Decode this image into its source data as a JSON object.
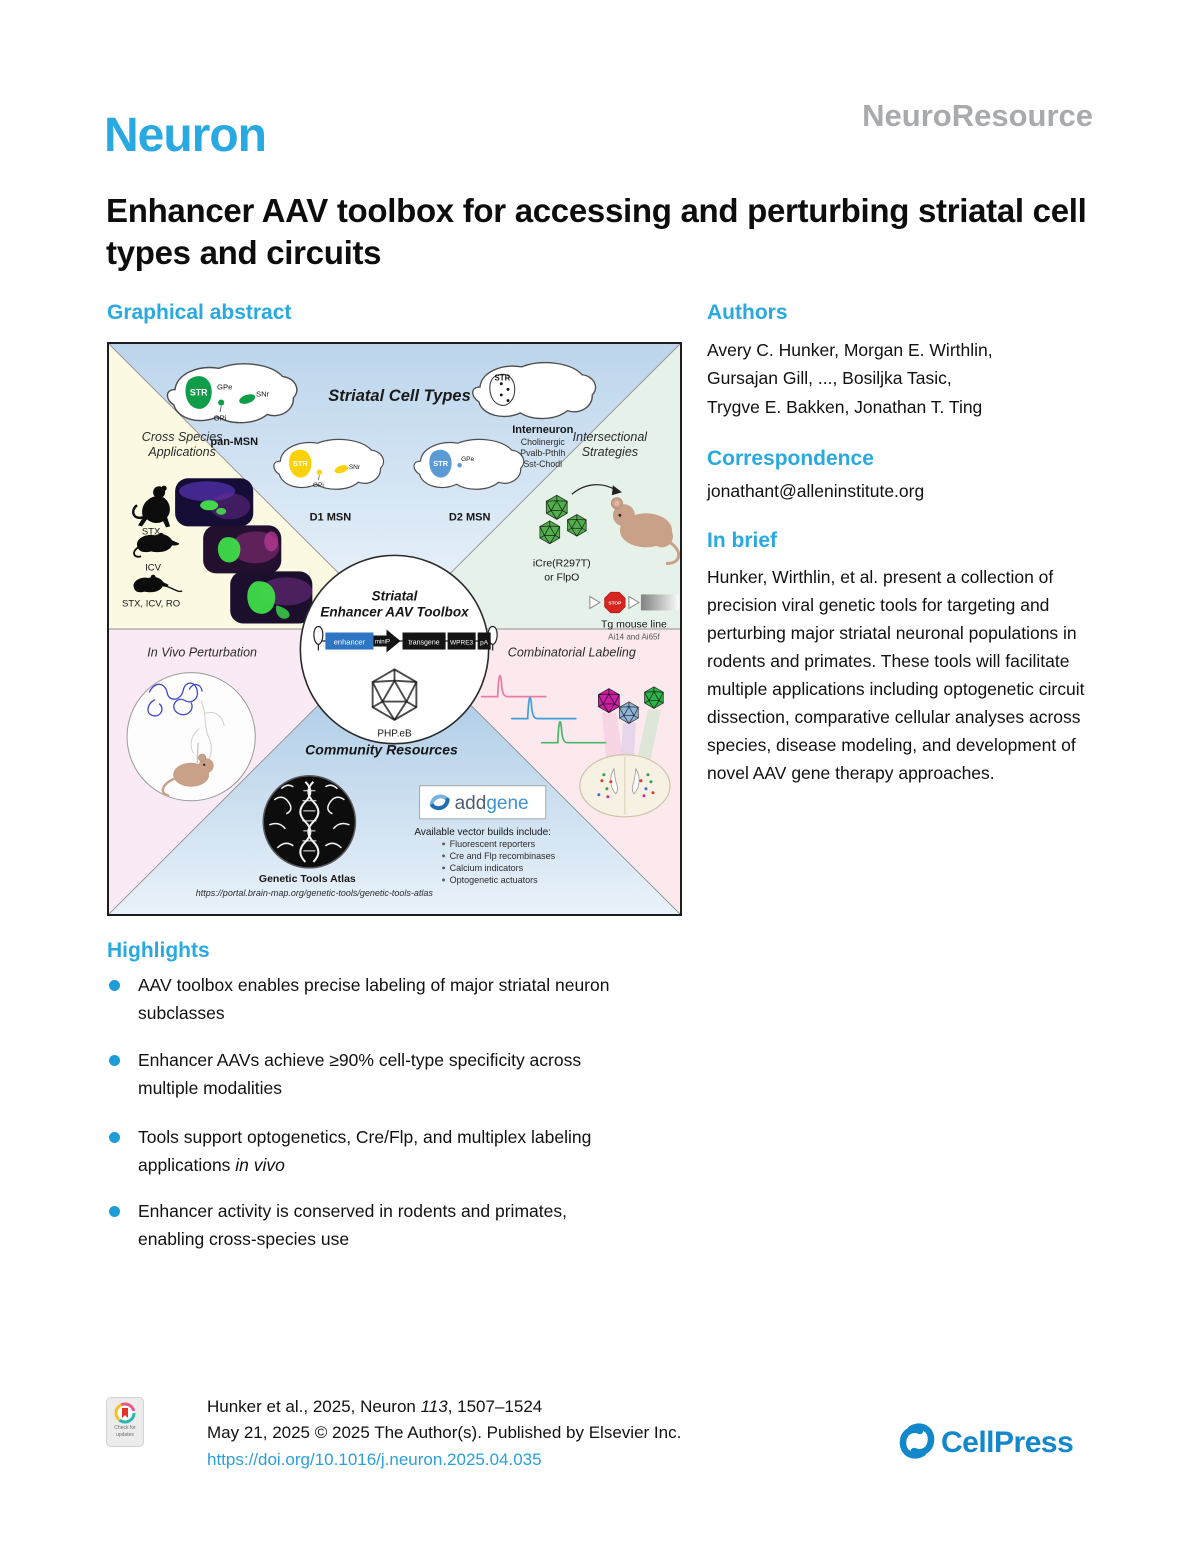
{
  "page": {
    "journal_logo": "Neuron",
    "article_type": "NeuroResource",
    "title": "Enhancer AAV toolbox for accessing and perturbing striatal cell types and circuits",
    "graphical_abstract_heading": "Graphical abstract"
  },
  "authors": {
    "heading": "Authors",
    "lines": [
      "Avery C. Hunker, Morgan E. Wirthlin,",
      "Gursajan Gill, ..., Bosiljka Tasic,",
      "Trygve E. Bakken, Jonathan T. Ting"
    ]
  },
  "correspondence": {
    "heading": "Correspondence",
    "email": "jonathant@alleninstitute.org"
  },
  "in_brief": {
    "heading": "In brief",
    "text": "Hunker, Wirthlin, et al. present a collection of precision viral genetic tools for targeting and perturbing major striatal neuronal populations in rodents and primates. These tools will facilitate multiple applications including optogenetic circuit dissection, comparative cellular analyses across species, disease modeling, and development of novel AAV gene therapy approaches."
  },
  "highlights": {
    "heading": "Highlights",
    "items": [
      {
        "text": "AAV toolbox enables precise labeling of major striatal neuron subclasses",
        "italic": ""
      },
      {
        "text": "Enhancer AAVs achieve ≥90% cell-type specificity across multiple modalities",
        "italic": ""
      },
      {
        "text": "Tools support optogenetics, Cre/Flp, and multiplex labeling applications ",
        "italic": "in vivo"
      },
      {
        "text": "Enhancer activity is conserved in rodents and primates, enabling cross-species use",
        "italic": ""
      }
    ]
  },
  "figure": {
    "cell_types": {
      "title": "Striatal Cell Types",
      "pan_msn": {
        "label": "pan-MSN",
        "str": "STR",
        "gpe": "GPe",
        "snr": "SNr",
        "gpi": "GPi"
      },
      "d1_msn": {
        "label": "D1 MSN",
        "str": "STR",
        "snr": "SNr",
        "gpi": "GPi"
      },
      "d2_msn": {
        "label": "D2 MSN",
        "str": "STR",
        "gpe": "GPe"
      },
      "interneuron": {
        "label": "Interneuron",
        "str": "STR",
        "sublines": [
          "Cholinergic",
          "Pvalb-Pthlh",
          "Sst-Chodl"
        ]
      }
    },
    "cross_species": {
      "lines": [
        "Cross Species",
        "Applications"
      ],
      "monkey_label": "STX",
      "rat_label": "ICV",
      "mouse_label": "STX, ICV, RO"
    },
    "intersectional": {
      "lines": [
        "Intersectional",
        "Strategies"
      ],
      "cre_lines": [
        "iCre(R297T)",
        "or FlpO"
      ],
      "stop": "STOP",
      "tg_label": "Tg mouse line",
      "tg_sub": "Ai14 and Ai65f"
    },
    "in_vivo": {
      "title": "In Vivo Perturbation"
    },
    "combinatorial": {
      "title": "Combinatorial Labeling"
    },
    "toolbox": {
      "lines": [
        "Striatal",
        "Enhancer AAV Toolbox"
      ],
      "construct": {
        "enhancer": "enhancer",
        "minip": "miniP",
        "transgene": "transgene",
        "wpre3": "WPRE3",
        "pa": "pA"
      },
      "capsid": "PHP.eB"
    },
    "community": {
      "title": "Community Resources",
      "atlas_label": "Genetic Tools Atlas",
      "atlas_url": "https://portal.brain-map.org/genetic-tools/genetic-tools-atlas",
      "addgene_add": "add",
      "addgene_gene": "gene",
      "vector_heading": "Available vector builds include:",
      "vector_items": [
        "Fluorescent reporters",
        "Cre and Flp recombinases",
        "Calcium indicators",
        "Optogenetic actuators"
      ]
    }
  },
  "footer": {
    "badge_line1": "Check for",
    "badge_line2": "updates",
    "citation_part1": "Hunker et al., 2025, Neuron ",
    "citation_volume": "113",
    "citation_part2": ", 1507–1524",
    "line2": "May 21, 2025 © 2025 The Author(s). Published by Elsevier Inc.",
    "doi": "https://doi.org/10.1016/j.neuron.2025.04.035",
    "publisher": "CellPress"
  },
  "colors": {
    "accent_blue": "#29a9e1",
    "link_blue": "#2b9fd9",
    "cellpress_blue": "#1288ca",
    "gray_label": "#a8aaad"
  }
}
